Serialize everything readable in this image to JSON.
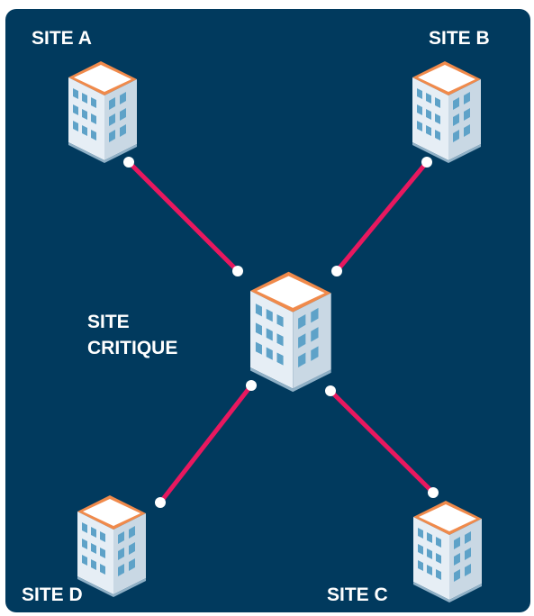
{
  "sites": {
    "a": {
      "label": "SITE A"
    },
    "b": {
      "label": "SITE B"
    },
    "c": {
      "label": "SITE C"
    },
    "d": {
      "label": "SITE D"
    },
    "critique": {
      "label": "SITE CRITIQUE"
    }
  },
  "colors": {
    "background": "#013a5e",
    "link": "#e8185f",
    "endpoint": "#ffffff",
    "roof": "#f08a4b",
    "roof_top": "#ffffff",
    "wall_front": "#e6eef5",
    "wall_side": "#c9d8e4",
    "window": "#5ea2c8"
  },
  "icons": {
    "building": "office-building-icon"
  }
}
